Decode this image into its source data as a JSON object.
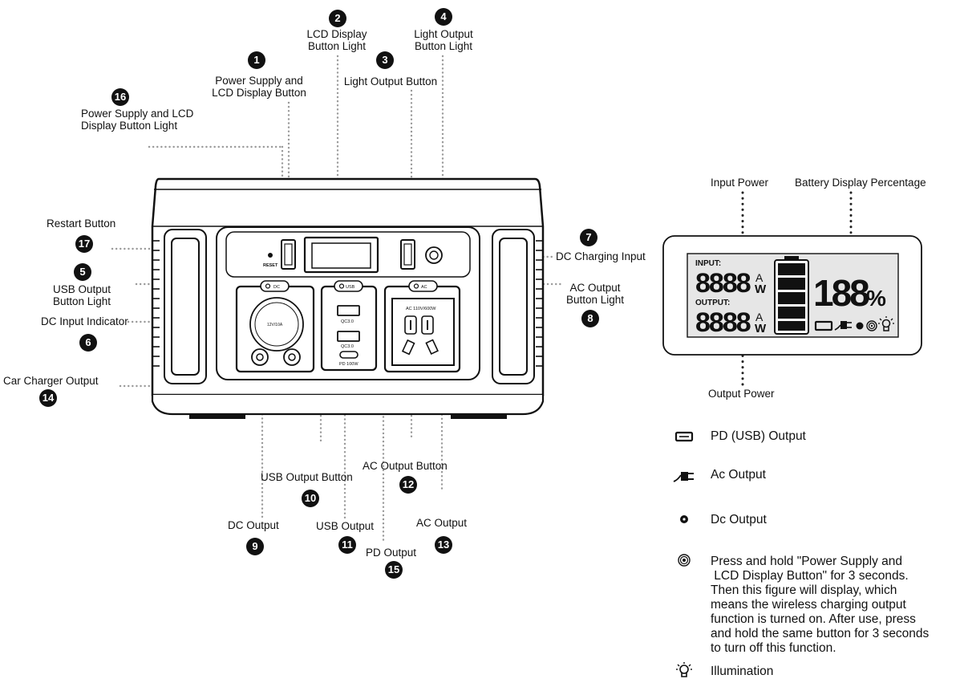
{
  "callouts": {
    "c1": {
      "number": "1",
      "text": [
        "Power Supply and",
        "LCD Display Button"
      ]
    },
    "c2": {
      "number": "2",
      "text": [
        "LCD Display",
        "Button Light"
      ]
    },
    "c3": {
      "number": "3",
      "text": [
        "Light Output Button"
      ]
    },
    "c4": {
      "number": "4",
      "text": [
        "Light Output",
        "Button Light"
      ]
    },
    "c5": {
      "number": "5",
      "text": [
        "USB Output",
        "Button Light"
      ]
    },
    "c6": {
      "number": "6",
      "text": [
        "DC Input Indicator"
      ]
    },
    "c7": {
      "number": "7",
      "text": [
        "DC Charging Input"
      ]
    },
    "c8": {
      "number": "8",
      "text": [
        "AC Output",
        "Button Light"
      ]
    },
    "c9": {
      "number": "9",
      "text": [
        "DC Output"
      ]
    },
    "c10": {
      "number": "10",
      "text": [
        "USB Output Button"
      ]
    },
    "c11": {
      "number": "11",
      "text": [
        "USB Output"
      ]
    },
    "c12": {
      "number": "12",
      "text": [
        "AC Output Button"
      ]
    },
    "c13": {
      "number": "13",
      "text": [
        "AC Output"
      ]
    },
    "c14": {
      "number": "14",
      "text": [
        "Car Charger Output"
      ]
    },
    "c15": {
      "number": "15",
      "text": [
        "PD Output"
      ]
    },
    "c16": {
      "number": "16",
      "text": [
        "Power Supply and LCD",
        "Display Button Light"
      ]
    },
    "c17": {
      "number": "17",
      "text": [
        "Restart Button"
      ]
    }
  },
  "device": {
    "reset_label": "RESET",
    "dc_button": "DC",
    "usb_button": "USB",
    "ac_button": "AC",
    "car_outlet_label": "12V/10A",
    "qc1": "QC3.0",
    "qc2": "QC3.0",
    "pd": "PD 100W",
    "ac_rating": "AC 110V/600W"
  },
  "lcd": {
    "input_power_label": "Input Power",
    "battery_label": "Battery Display Percentage",
    "output_power_label": "Output Power",
    "input_tag": "INPUT:",
    "output_tag": "OUTPUT:",
    "input_digits": "8888",
    "output_digits": "8888",
    "unit_a": "A",
    "unit_w": "W",
    "percent_digits": "188",
    "percent_sign": "%"
  },
  "legend": [
    {
      "icon": "usb-port-icon",
      "text": "PD (USB) Output"
    },
    {
      "icon": "ac-plug-icon",
      "text": "Ac Output"
    },
    {
      "icon": "dc-dot-icon",
      "text": "Dc Output"
    },
    {
      "icon": "wireless-icon",
      "text": "Press and hold \"Power Supply and\n LCD Display Button\" for 3 seconds.\nThen this figure will display, which\nmeans the wireless charging output\nfunction is turned on. After use, press\nand hold the same button for 3 seconds\nto turn off this function."
    },
    {
      "icon": "bulb-icon",
      "text": "Illumination"
    }
  ]
}
